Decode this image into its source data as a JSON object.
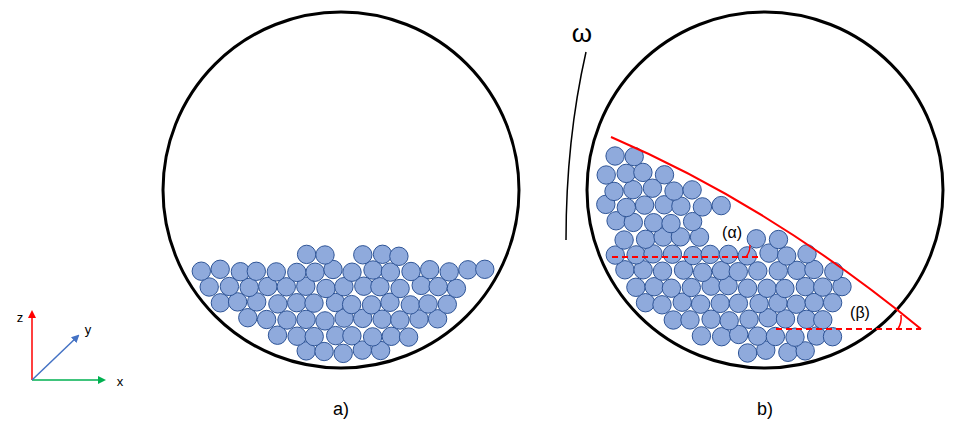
{
  "diagram": {
    "labels": [
      "z",
      "y",
      "x",
      "a)",
      "ω",
      "(α)",
      "(β)",
      "b)"
    ]
  }
}
